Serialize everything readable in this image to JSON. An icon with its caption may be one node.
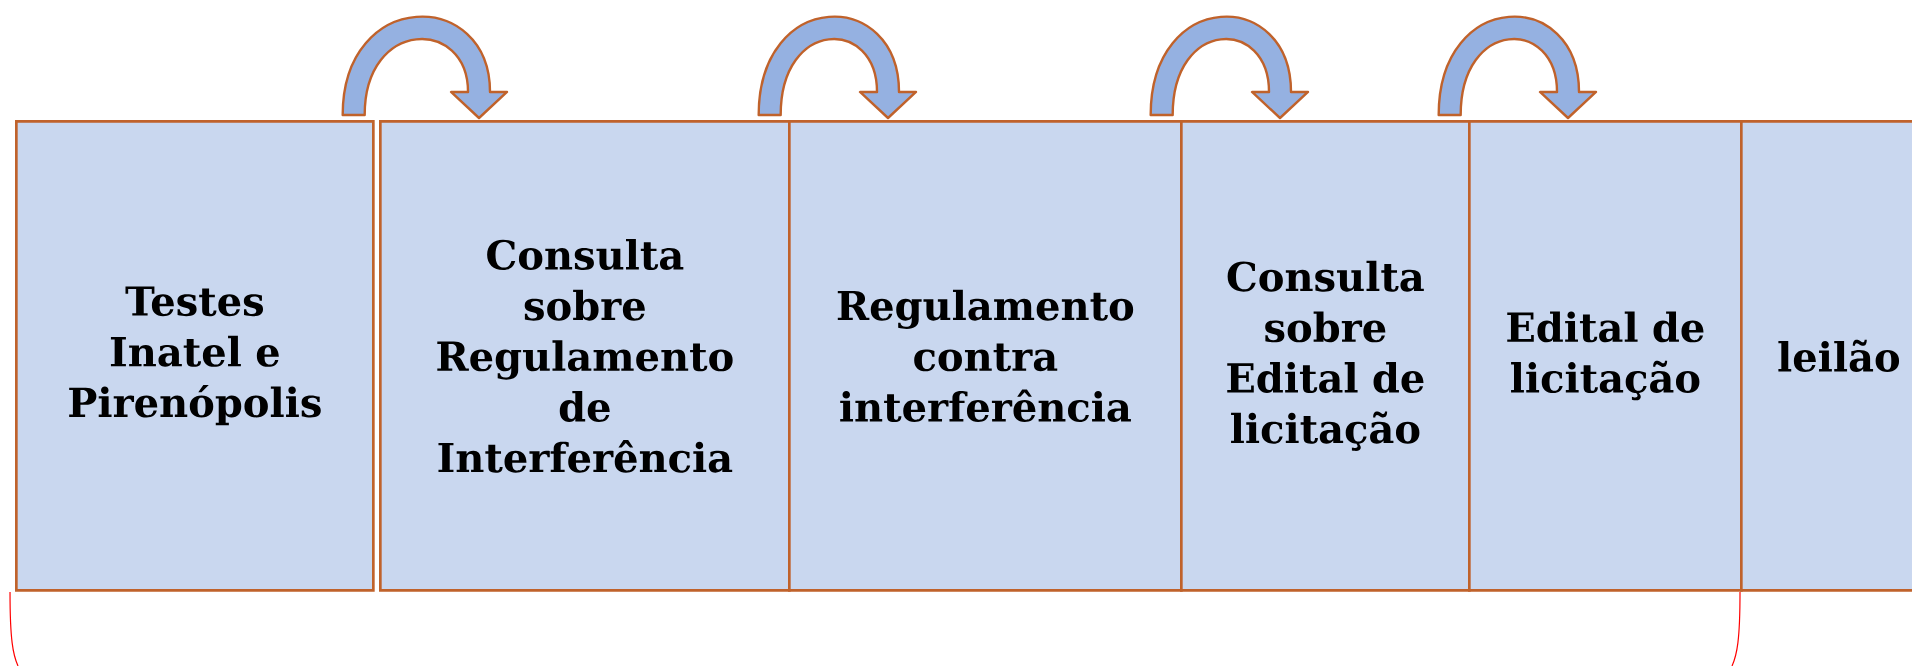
{
  "diagram": {
    "nodes": [
      {
        "text": [
          "Testes Inatel e Pirenópolis"
        ]
      },
      {
        "text": [
          "Consulta sobre Regulamento de Interferência"
        ]
      },
      {
        "text": [
          "Regulamento contra interferência"
        ]
      },
      {
        "text": [
          "Consulta sobre Edital de licitação"
        ]
      },
      {
        "text": [
          "Edital de licitação"
        ]
      },
      {
        "text": [
          "leilão"
        ]
      }
    ],
    "edges": [
      {
        "from": 0,
        "to": 1,
        "arrow": "to"
      },
      {
        "from": 1,
        "to": 2,
        "arrow": "to"
      },
      {
        "from": 2,
        "to": 3,
        "arrow": "to"
      },
      {
        "from": 3,
        "to": 4,
        "arrow": "to"
      }
    ]
  }
}
